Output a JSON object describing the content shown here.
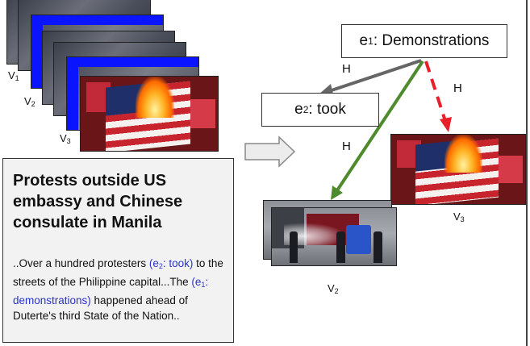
{
  "video_frames": {
    "labels": [
      {
        "main": "V",
        "sub": "1"
      },
      {
        "main": "V",
        "sub": "2"
      },
      {
        "main": "V",
        "sub": "3"
      }
    ]
  },
  "nodes": {
    "e1": {
      "main": "e",
      "sub": "1",
      "text": ": Demonstrations"
    },
    "e2": {
      "main": "e",
      "sub": "2",
      "text": ": took"
    }
  },
  "edges": {
    "h_to_e2": "H",
    "h_to_v3": "H",
    "h_to_v2": "H",
    "colors": {
      "to_e2": "#666666",
      "to_v3": "#e8202a",
      "to_v2": "#4e8a2e"
    }
  },
  "images": {
    "v3_label": {
      "main": "V",
      "sub": "3"
    },
    "v2_label": {
      "main": "V",
      "sub": "2"
    }
  },
  "article": {
    "headline": "Protests outside US embassy and Chinese consulate in Manila",
    "body": {
      "part1": "..Over a hundred protesters ",
      "ent1_open": "(e",
      "ent1_sub": "2",
      "ent1_rest": ": took)",
      "part2": " to the streets of the Philippine capital...The ",
      "ent2_open": "(e",
      "ent2_sub": "1",
      "ent2_rest": ": demonstrations)",
      "part3": " happened ahead of Duterte's third State of the Nation.."
    }
  }
}
